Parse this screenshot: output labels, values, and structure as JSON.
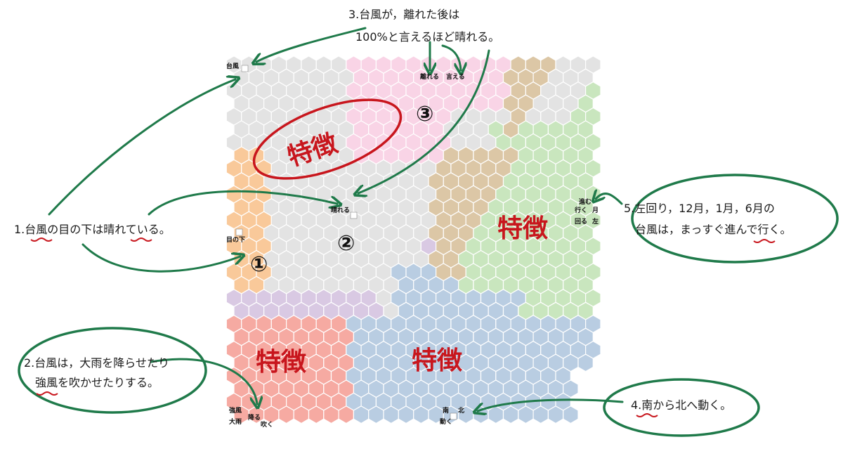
{
  "annotations": {
    "a1": "1.台風の目の下は晴れている。",
    "a2_line1": "2.台風は，大雨を降らせたり",
    "a2_line2": "強風を吹かせたりする。",
    "a3_line1": "3.台風が，離れた後は",
    "a3_line2": "100%と言えるほど晴れる。",
    "a4": "4.南から北へ動く。",
    "a5_line1": "5.左回り，12月，1月，6月の",
    "a5_line2": "台風は，まっすぐ進んで行く。"
  },
  "grid_labels": {
    "taifu": "台風",
    "hanareru": "離れる",
    "ieru": "言える",
    "hareru": "晴れる",
    "me_no_shita": "目の下",
    "susumu": "進む",
    "iku": "行く",
    "tsuki": "月",
    "mawaru": "回る",
    "hidari": "左",
    "kyofu": "強風",
    "furu": "降る",
    "ooame": "大雨",
    "fuku": "吹く",
    "minami": "南",
    "kita": "北",
    "ugoku": "動く"
  },
  "handwriting": {
    "n1": "①",
    "n2": "②",
    "n3": "③",
    "tokucho": "特徴"
  },
  "colors": {
    "gray": "#e3e3e3",
    "pink": "#f9d4e6",
    "tan": "#dcc7a6",
    "green": "#c9e6be",
    "orange": "#f9c99a",
    "lavender": "#d9c9e3",
    "red": "#f6aaa2",
    "blue": "#b9cde2",
    "arrow": "#1f7a4a",
    "red_ink": "#c8161d"
  }
}
